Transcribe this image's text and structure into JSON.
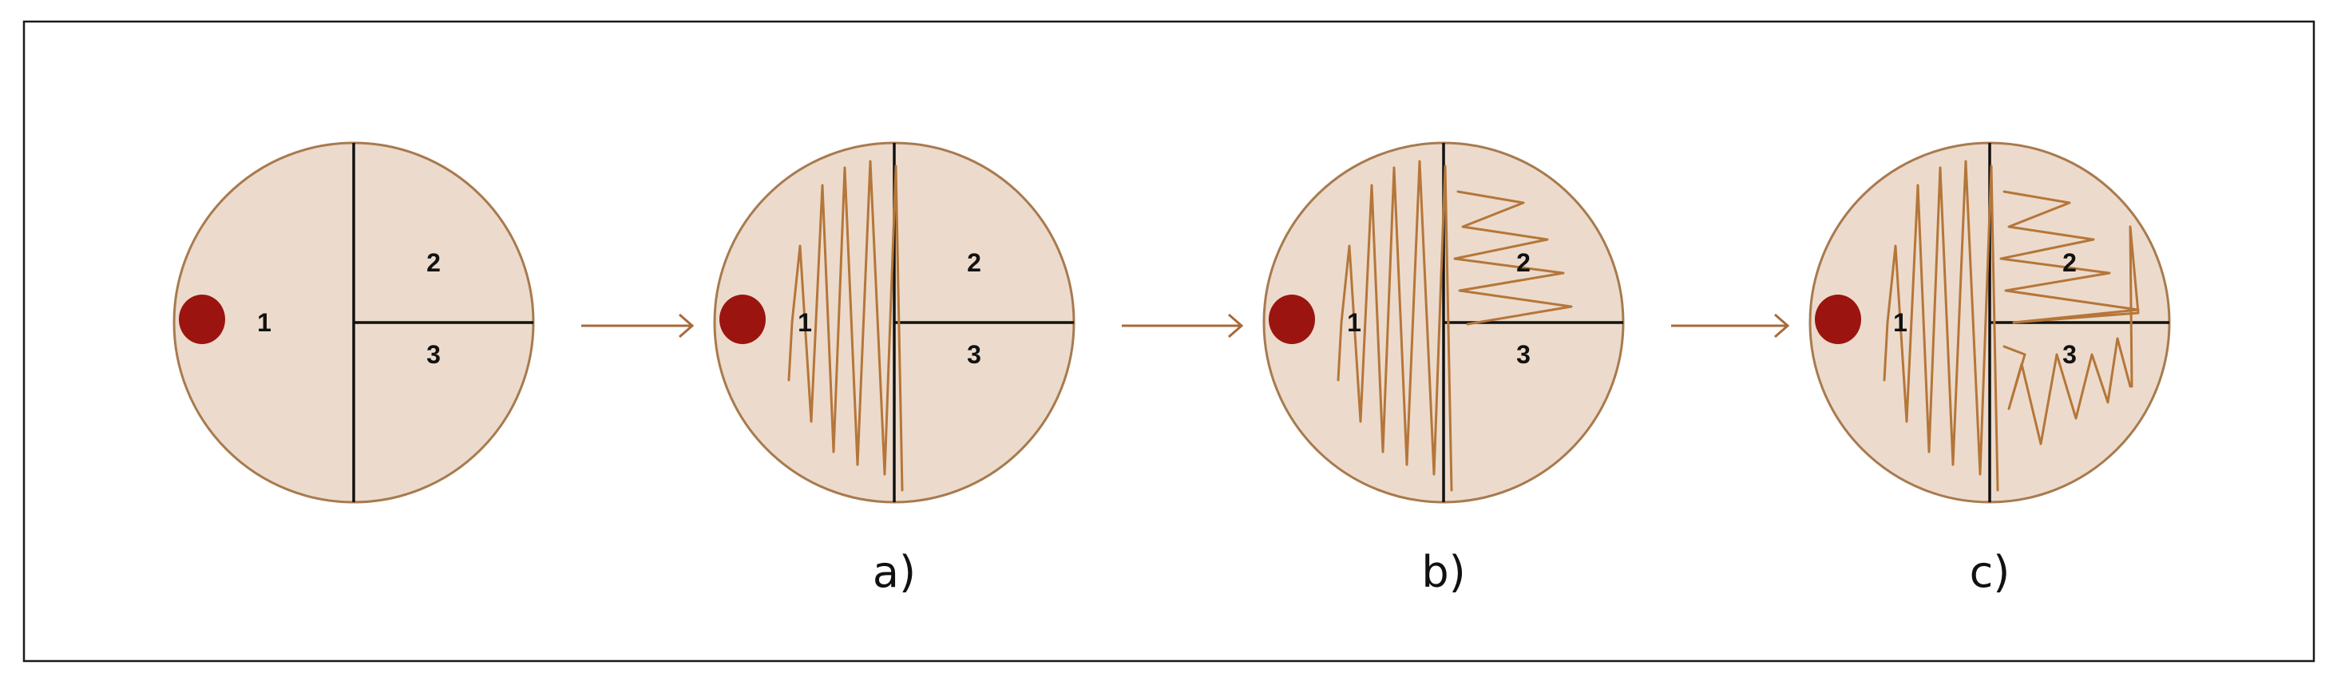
{
  "colors": {
    "plate_fill": "#ecdbcc",
    "plate_border": "#a87a4e",
    "streak": "#b5763a",
    "inoculum": "#9b1410",
    "arrow": "#a76a3c",
    "divider": "#111111"
  },
  "plates": [
    {
      "id": "initial",
      "caption": "",
      "region_labels": [
        "1",
        "2",
        "3"
      ],
      "streaked_regions": []
    },
    {
      "id": "a",
      "caption": "a)",
      "region_labels": [
        "1",
        "2",
        "3"
      ],
      "streaked_regions": [
        "1"
      ]
    },
    {
      "id": "b",
      "caption": "b)",
      "region_labels": [
        "1",
        "2",
        "3"
      ],
      "streaked_regions": [
        "1",
        "2"
      ]
    },
    {
      "id": "c",
      "caption": "c)",
      "region_labels": [
        "1",
        "2",
        "3"
      ],
      "streaked_regions": [
        "1",
        "2",
        "3"
      ]
    }
  ],
  "arrows": [
    {
      "from": "initial",
      "to": "a",
      "icon": "right-arrow-icon"
    },
    {
      "from": "a",
      "to": "b",
      "icon": "right-arrow-icon"
    },
    {
      "from": "b",
      "to": "c",
      "icon": "right-arrow-icon"
    }
  ]
}
